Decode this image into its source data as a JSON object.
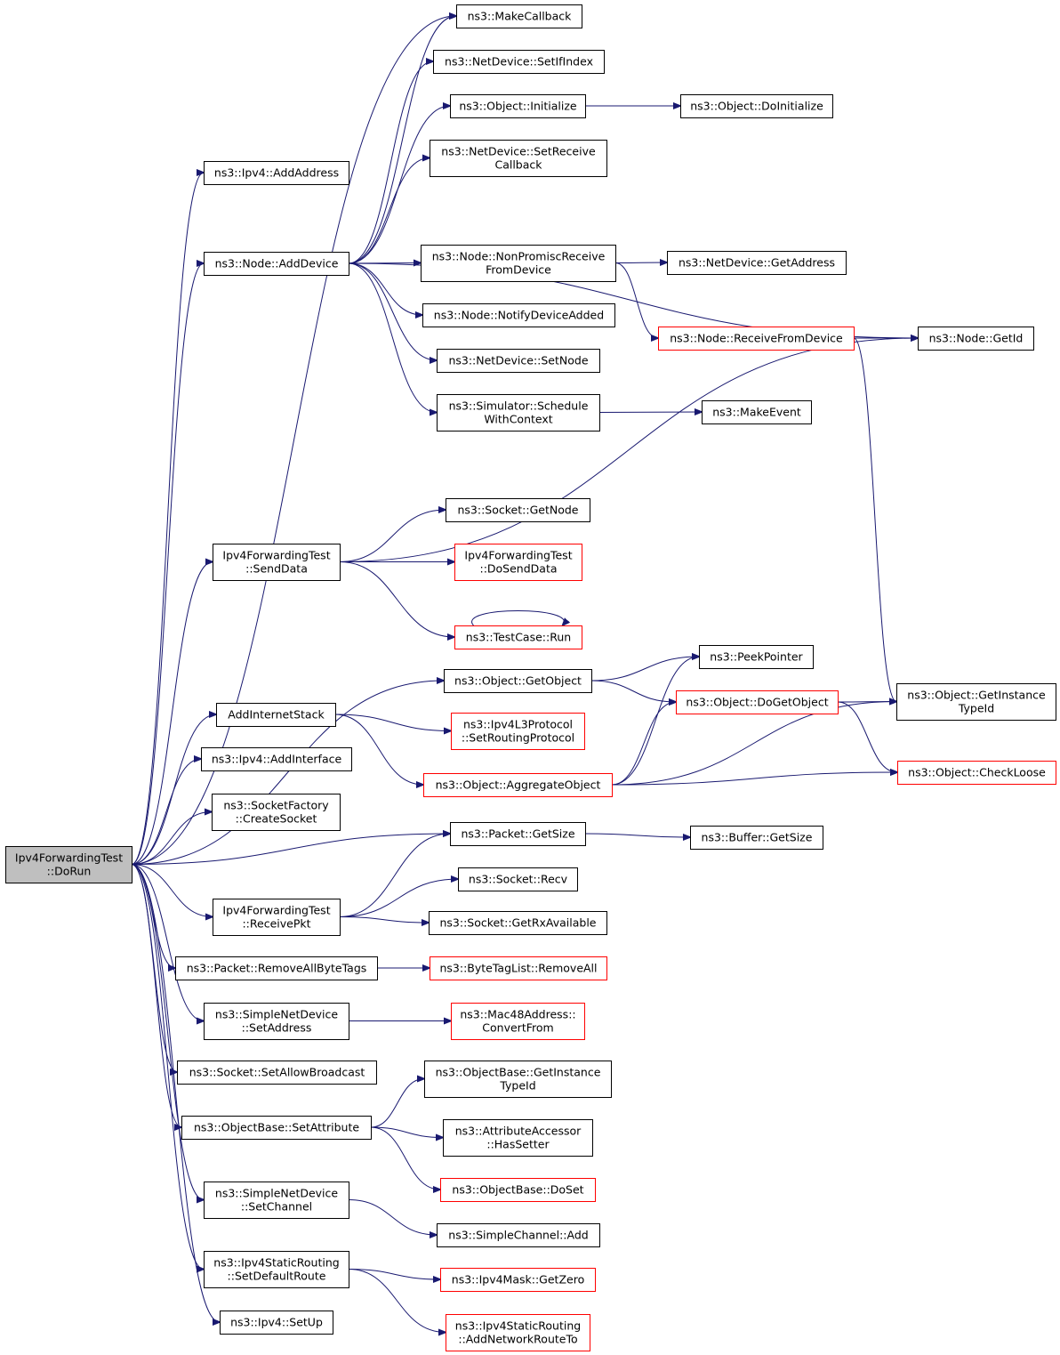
{
  "colors": {
    "edge": "#191970",
    "node_border": "#000000",
    "partial_border": "#ff0000",
    "root_fill": "#bfbfbf"
  },
  "nodes": {
    "root": {
      "lines": [
        "Ipv4ForwardingTest",
        "::DoRun"
      ],
      "partial": false
    },
    "ipv4_addaddress": {
      "lines": [
        "ns3::Ipv4::AddAddress"
      ],
      "partial": false
    },
    "node_adddevice": {
      "lines": [
        "ns3::Node::AddDevice"
      ],
      "partial": false
    },
    "makecallback": {
      "lines": [
        "ns3::MakeCallback"
      ],
      "partial": false
    },
    "netdevice_setifindex": {
      "lines": [
        "ns3::NetDevice::SetIfIndex"
      ],
      "partial": false
    },
    "object_initialize": {
      "lines": [
        "ns3::Object::Initialize"
      ],
      "partial": false
    },
    "object_doinitialize": {
      "lines": [
        "ns3::Object::DoInitialize"
      ],
      "partial": false
    },
    "netdevice_setreceivecallback": {
      "lines": [
        "ns3::NetDevice::SetReceive",
        "Callback"
      ],
      "partial": false
    },
    "node_nonpromisc": {
      "lines": [
        "ns3::Node::NonPromiscReceive",
        "FromDevice"
      ],
      "partial": false
    },
    "netdevice_getaddress": {
      "lines": [
        "ns3::NetDevice::GetAddress"
      ],
      "partial": false
    },
    "node_notifydeviceadded": {
      "lines": [
        "ns3::Node::NotifyDeviceAdded"
      ],
      "partial": false
    },
    "node_receivefromdevice": {
      "lines": [
        "ns3::Node::ReceiveFromDevice"
      ],
      "partial": true
    },
    "node_getid": {
      "lines": [
        "ns3::Node::GetId"
      ],
      "partial": false
    },
    "netdevice_setnode": {
      "lines": [
        "ns3::NetDevice::SetNode"
      ],
      "partial": false
    },
    "simulator_schedulewithcontext": {
      "lines": [
        "ns3::Simulator::Schedule",
        "WithContext"
      ],
      "partial": false
    },
    "makeevent": {
      "lines": [
        "ns3::MakeEvent"
      ],
      "partial": false
    },
    "senddata": {
      "lines": [
        "Ipv4ForwardingTest",
        "::SendData"
      ],
      "partial": false
    },
    "socket_getnode": {
      "lines": [
        "ns3::Socket::GetNode"
      ],
      "partial": false
    },
    "dosenddata": {
      "lines": [
        "Ipv4ForwardingTest",
        "::DoSendData"
      ],
      "partial": true
    },
    "testcase_run": {
      "lines": [
        "ns3::TestCase::Run"
      ],
      "partial": true
    },
    "object_getobject": {
      "lines": [
        "ns3::Object::GetObject"
      ],
      "partial": false
    },
    "peekpointer": {
      "lines": [
        "ns3::PeekPointer"
      ],
      "partial": false
    },
    "object_dogetobject": {
      "lines": [
        "ns3::Object::DoGetObject"
      ],
      "partial": true
    },
    "object_getinstancetypeid": {
      "lines": [
        "ns3::Object::GetInstance",
        "TypeId"
      ],
      "partial": false
    },
    "addinternetstack": {
      "lines": [
        "AddInternetStack"
      ],
      "partial": false
    },
    "ipv4l3_setroutingprotocol": {
      "lines": [
        "ns3::Ipv4L3Protocol",
        "::SetRoutingProtocol"
      ],
      "partial": true
    },
    "object_aggregateobject": {
      "lines": [
        "ns3::Object::AggregateObject"
      ],
      "partial": true
    },
    "object_checkloose": {
      "lines": [
        "ns3::Object::CheckLoose"
      ],
      "partial": true
    },
    "ipv4_addinterface": {
      "lines": [
        "ns3::Ipv4::AddInterface"
      ],
      "partial": false
    },
    "socketfactory_createsocket": {
      "lines": [
        "ns3::SocketFactory",
        "::CreateSocket"
      ],
      "partial": false
    },
    "packet_getsize": {
      "lines": [
        "ns3::Packet::GetSize"
      ],
      "partial": false
    },
    "buffer_getsize": {
      "lines": [
        "ns3::Buffer::GetSize"
      ],
      "partial": false
    },
    "receivepkt": {
      "lines": [
        "Ipv4ForwardingTest",
        "::ReceivePkt"
      ],
      "partial": false
    },
    "socket_recv": {
      "lines": [
        "ns3::Socket::Recv"
      ],
      "partial": false
    },
    "socket_getrxavailable": {
      "lines": [
        "ns3::Socket::GetRxAvailable"
      ],
      "partial": false
    },
    "packet_removeallbytetags": {
      "lines": [
        "ns3::Packet::RemoveAllByteTags"
      ],
      "partial": false
    },
    "bytetaglist_removeall": {
      "lines": [
        "ns3::ByteTagList::RemoveAll"
      ],
      "partial": true
    },
    "simplenetdevice_setaddress": {
      "lines": [
        "ns3::SimpleNetDevice",
        "::SetAddress"
      ],
      "partial": false
    },
    "mac48_convertfrom": {
      "lines": [
        "ns3::Mac48Address::",
        "ConvertFrom"
      ],
      "partial": true
    },
    "socket_setallowbroadcast": {
      "lines": [
        "ns3::Socket::SetAllowBroadcast"
      ],
      "partial": false
    },
    "objectbase_getinstancetypeid": {
      "lines": [
        "ns3::ObjectBase::GetInstance",
        "TypeId"
      ],
      "partial": false
    },
    "objectbase_setattribute": {
      "lines": [
        "ns3::ObjectBase::SetAttribute"
      ],
      "partial": false
    },
    "attributeaccessor_hassetter": {
      "lines": [
        "ns3::AttributeAccessor",
        "::HasSetter"
      ],
      "partial": false
    },
    "objectbase_doset": {
      "lines": [
        "ns3::ObjectBase::DoSet"
      ],
      "partial": true
    },
    "simplenetdevice_setchannel": {
      "lines": [
        "ns3::SimpleNetDevice",
        "::SetChannel"
      ],
      "partial": false
    },
    "simplechannel_add": {
      "lines": [
        "ns3::SimpleChannel::Add"
      ],
      "partial": false
    },
    "ipv4staticrouting_setdefaultroute": {
      "lines": [
        "ns3::Ipv4StaticRouting",
        "::SetDefaultRoute"
      ],
      "partial": false
    },
    "ipv4mask_getzero": {
      "lines": [
        "ns3::Ipv4Mask::GetZero"
      ],
      "partial": true
    },
    "ipv4staticrouting_addnetworkrouteto": {
      "lines": [
        "ns3::Ipv4StaticRouting",
        "::AddNetworkRouteTo"
      ],
      "partial": true
    },
    "ipv4_setup": {
      "lines": [
        "ns3::Ipv4::SetUp"
      ],
      "partial": false
    }
  },
  "edges": [
    [
      "root",
      "ipv4_addaddress"
    ],
    [
      "root",
      "node_adddevice"
    ],
    [
      "root",
      "makecallback"
    ],
    [
      "root",
      "senddata"
    ],
    [
      "root",
      "object_getobject"
    ],
    [
      "root",
      "addinternetstack"
    ],
    [
      "root",
      "ipv4_addinterface"
    ],
    [
      "root",
      "socketfactory_createsocket"
    ],
    [
      "root",
      "packet_getsize"
    ],
    [
      "root",
      "receivepkt"
    ],
    [
      "root",
      "packet_removeallbytetags"
    ],
    [
      "root",
      "simplenetdevice_setaddress"
    ],
    [
      "root",
      "socket_setallowbroadcast"
    ],
    [
      "root",
      "objectbase_setattribute"
    ],
    [
      "root",
      "simplenetdevice_setchannel"
    ],
    [
      "root",
      "ipv4staticrouting_setdefaultroute"
    ],
    [
      "root",
      "ipv4_setup"
    ],
    [
      "node_adddevice",
      "makecallback"
    ],
    [
      "node_adddevice",
      "netdevice_setifindex"
    ],
    [
      "node_adddevice",
      "object_initialize"
    ],
    [
      "node_adddevice",
      "netdevice_setreceivecallback"
    ],
    [
      "node_adddevice",
      "node_getid"
    ],
    [
      "node_adddevice",
      "node_nonpromisc"
    ],
    [
      "node_adddevice",
      "node_notifydeviceadded"
    ],
    [
      "node_adddevice",
      "netdevice_setnode"
    ],
    [
      "node_adddevice",
      "simulator_schedulewithcontext"
    ],
    [
      "object_initialize",
      "object_doinitialize"
    ],
    [
      "node_nonpromisc",
      "netdevice_getaddress"
    ],
    [
      "node_nonpromisc",
      "node_receivefromdevice"
    ],
    [
      "node_receivefromdevice",
      "node_getid"
    ],
    [
      "node_receivefromdevice",
      "object_getinstancetypeid"
    ],
    [
      "simulator_schedulewithcontext",
      "makeevent"
    ],
    [
      "senddata",
      "node_getid"
    ],
    [
      "senddata",
      "socket_getnode"
    ],
    [
      "senddata",
      "dosenddata"
    ],
    [
      "senddata",
      "testcase_run"
    ],
    [
      "testcase_run",
      "testcase_run"
    ],
    [
      "object_getobject",
      "peekpointer"
    ],
    [
      "object_getobject",
      "object_dogetobject"
    ],
    [
      "object_dogetobject",
      "object_getinstancetypeid"
    ],
    [
      "object_dogetobject",
      "object_checkloose"
    ],
    [
      "addinternetstack",
      "ipv4l3_setroutingprotocol"
    ],
    [
      "addinternetstack",
      "object_aggregateobject"
    ],
    [
      "object_aggregateobject",
      "peekpointer"
    ],
    [
      "object_aggregateobject",
      "object_dogetobject"
    ],
    [
      "object_aggregateobject",
      "object_getinstancetypeid"
    ],
    [
      "object_aggregateobject",
      "object_checkloose"
    ],
    [
      "packet_getsize",
      "buffer_getsize"
    ],
    [
      "receivepkt",
      "packet_getsize"
    ],
    [
      "receivepkt",
      "socket_recv"
    ],
    [
      "receivepkt",
      "socket_getrxavailable"
    ],
    [
      "packet_removeallbytetags",
      "bytetaglist_removeall"
    ],
    [
      "simplenetdevice_setaddress",
      "mac48_convertfrom"
    ],
    [
      "objectbase_setattribute",
      "objectbase_getinstancetypeid"
    ],
    [
      "objectbase_setattribute",
      "attributeaccessor_hassetter"
    ],
    [
      "objectbase_setattribute",
      "objectbase_doset"
    ],
    [
      "simplenetdevice_setchannel",
      "simplechannel_add"
    ],
    [
      "ipv4staticrouting_setdefaultroute",
      "ipv4mask_getzero"
    ],
    [
      "ipv4staticrouting_setdefaultroute",
      "ipv4staticrouting_addnetworkrouteto"
    ]
  ]
}
